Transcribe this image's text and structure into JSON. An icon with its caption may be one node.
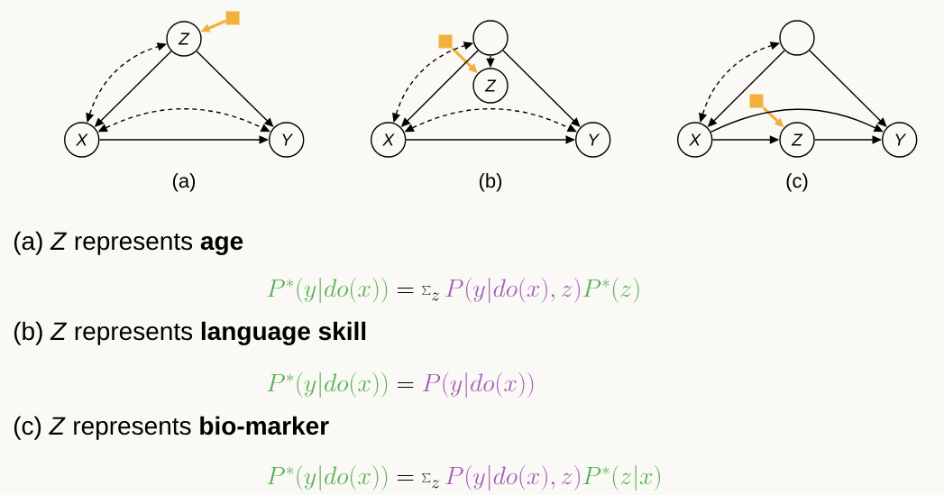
{
  "diagram": {
    "nodes": [
      {
        "text": [
          "Z"
        ]
      },
      {
        "text": [],
        "shape": "box"
      },
      {
        "text": [
          "X"
        ]
      },
      {
        "text": [
          "Y"
        ]
      },
      {
        "text": [],
        "shape": "circle"
      },
      {
        "text": [],
        "shape": "box"
      },
      {
        "text": [
          "Z"
        ]
      },
      {
        "text": [
          "X"
        ]
      },
      {
        "text": [
          "Y"
        ]
      },
      {
        "text": [],
        "shape": "circle"
      },
      {
        "text": [],
        "shape": "box"
      },
      {
        "text": [
          "X"
        ]
      },
      {
        "text": [
          "Z"
        ]
      },
      {
        "text": [
          "Y"
        ]
      }
    ],
    "edges": [
      {
        "from": 1,
        "to": 0,
        "arrow": "to",
        "style": "thick",
        "color": "#f2b13f"
      },
      {
        "from": 0,
        "to": 2,
        "arrow": "to"
      },
      {
        "from": 0,
        "to": 3,
        "arrow": "to"
      },
      {
        "from": 2,
        "to": 3,
        "arrow": "to"
      },
      {
        "from": 2,
        "to": 0,
        "arrow": "both",
        "style": "dashed"
      },
      {
        "from": 2,
        "to": 3,
        "arrow": "both",
        "style": "dashed"
      },
      {
        "from": 5,
        "to": 6,
        "arrow": "to",
        "style": "thick",
        "color": "#f2b13f"
      },
      {
        "from": 4,
        "to": 6,
        "arrow": "to"
      },
      {
        "from": 4,
        "to": 7,
        "arrow": "to"
      },
      {
        "from": 4,
        "to": 8,
        "arrow": "to"
      },
      {
        "from": 7,
        "to": 8,
        "arrow": "to"
      },
      {
        "from": 7,
        "to": 4,
        "arrow": "both",
        "style": "dashed"
      },
      {
        "from": 7,
        "to": 8,
        "arrow": "both",
        "style": "dashed"
      },
      {
        "from": 10,
        "to": 12,
        "arrow": "to",
        "style": "thick",
        "color": "#f2b13f"
      },
      {
        "from": 9,
        "to": 11,
        "arrow": "to"
      },
      {
        "from": 9,
        "to": 13,
        "arrow": "to"
      },
      {
        "from": 11,
        "to": 12,
        "arrow": "to"
      },
      {
        "from": 12,
        "to": 13,
        "arrow": "to"
      },
      {
        "from": 11,
        "to": 13,
        "arrow": "to"
      },
      {
        "from": 11,
        "to": 9,
        "arrow": "both",
        "style": "dashed"
      }
    ],
    "labels": [
      "(a)",
      "(b)",
      "(c)",
      "(a) *Z* represents **age**",
      "\\textcolor[HTML]{55B04F}{P^*(y|do(x))}=\\sum_z\\textcolor[HTML]{A35AB8}{P(y|do(x),z)}\\textcolor[HTML]{55B04F}{P^*(z)}",
      "(b) *Z* represents **language skill**",
      "\\textcolor[HTML]{55B04F}{P^*(y|do(x))}=\\textcolor[HTML]{A35AB8}{P(y|do(x))}",
      "(c) *Z* represents **bio-marker**",
      "\\textcolor[HTML]{55B04F}{P^*(y|do(x))}=\\sum_z\\textcolor[HTML]{A35AB8}{P(y|do(x),z)}\\textcolor[HTML]{55B04F}{P^*(z|x)}"
    ]
  }
}
